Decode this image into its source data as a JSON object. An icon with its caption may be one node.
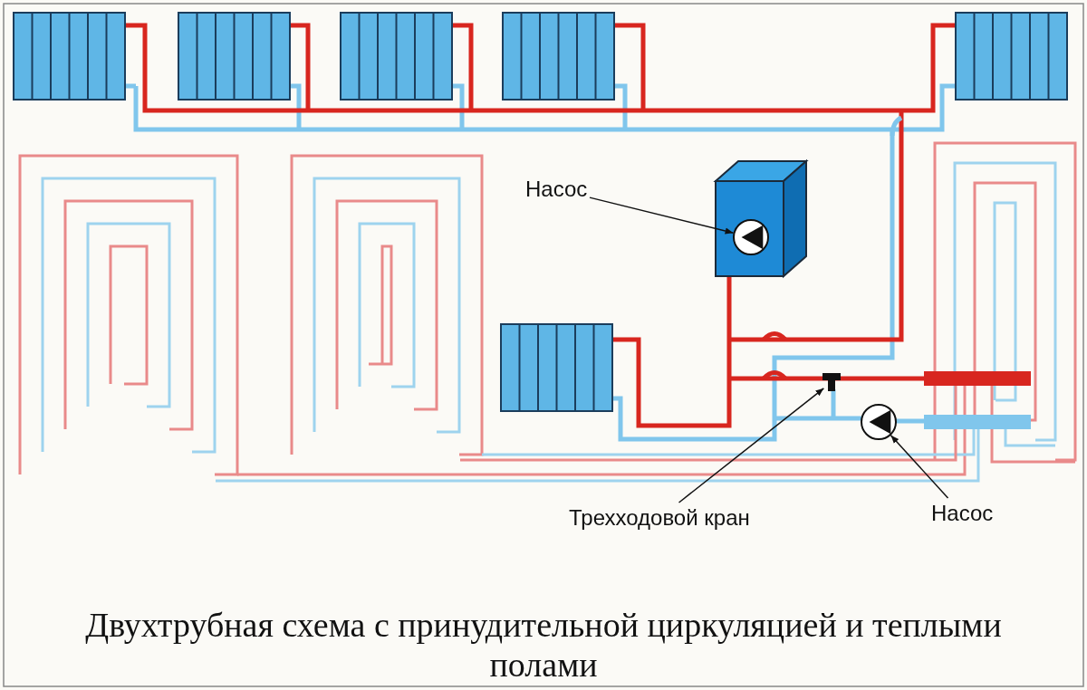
{
  "diagram": {
    "caption": "Двухтрубная схема с принудительной циркуляцией и теплыми полами",
    "nodes": [
      {
        "text": [
          "Насос"
        ]
      },
      {
        "text": [],
        "shape": "circle"
      },
      {
        "text": [
          "Трехходовой кран"
        ]
      },
      {
        "text": [],
        "shape": "picture"
      },
      {
        "text": [
          "Насос"
        ]
      },
      {
        "text": [],
        "shape": "circle"
      }
    ],
    "edges": [
      {
        "from": 0,
        "to": 1,
        "arrow": "to"
      },
      {
        "from": 2,
        "to": 3,
        "arrow": "to"
      },
      {
        "from": 4,
        "to": 5,
        "arrow": "to"
      }
    ]
  }
}
